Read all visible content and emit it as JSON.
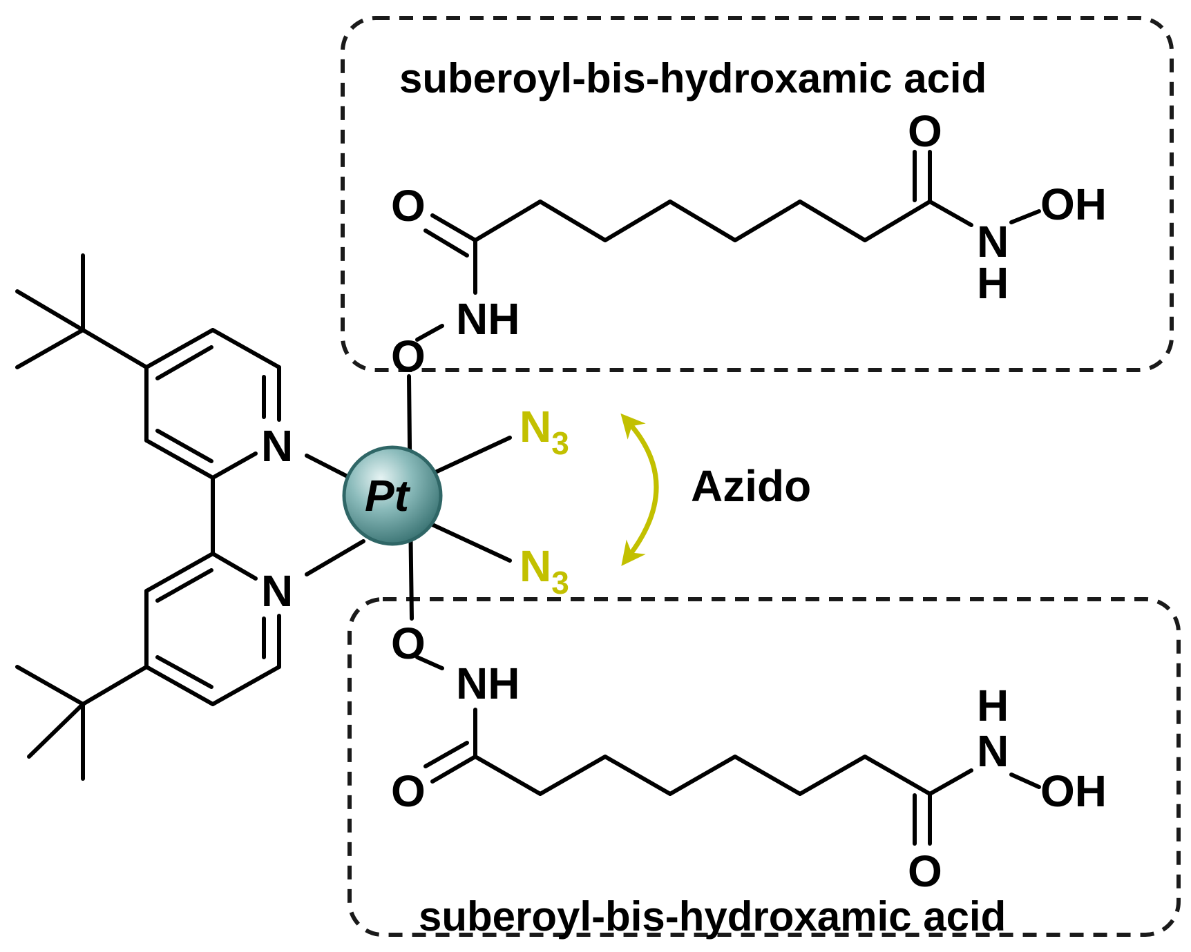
{
  "labels": {
    "top_box_title": "suberoyl-bis-hydroxamic acid",
    "bottom_box_title": "suberoyl-bis-hydroxamic acid",
    "metal": "Pt",
    "azido": "Azido",
    "azide_1_main": "N",
    "azide_1_sub": "3",
    "azide_2_main": "N",
    "azide_2_sub": "3"
  },
  "atoms": {
    "N": "N",
    "O": "O",
    "NH": "NH",
    "H": "H",
    "OH": "OH"
  },
  "colors": {
    "ink": "#000000",
    "azido": "#c2c000",
    "pt_sphere_light": "#d8ecec",
    "pt_sphere_mid": "#7fb0b0",
    "pt_sphere_dark": "#3f7a7a"
  }
}
